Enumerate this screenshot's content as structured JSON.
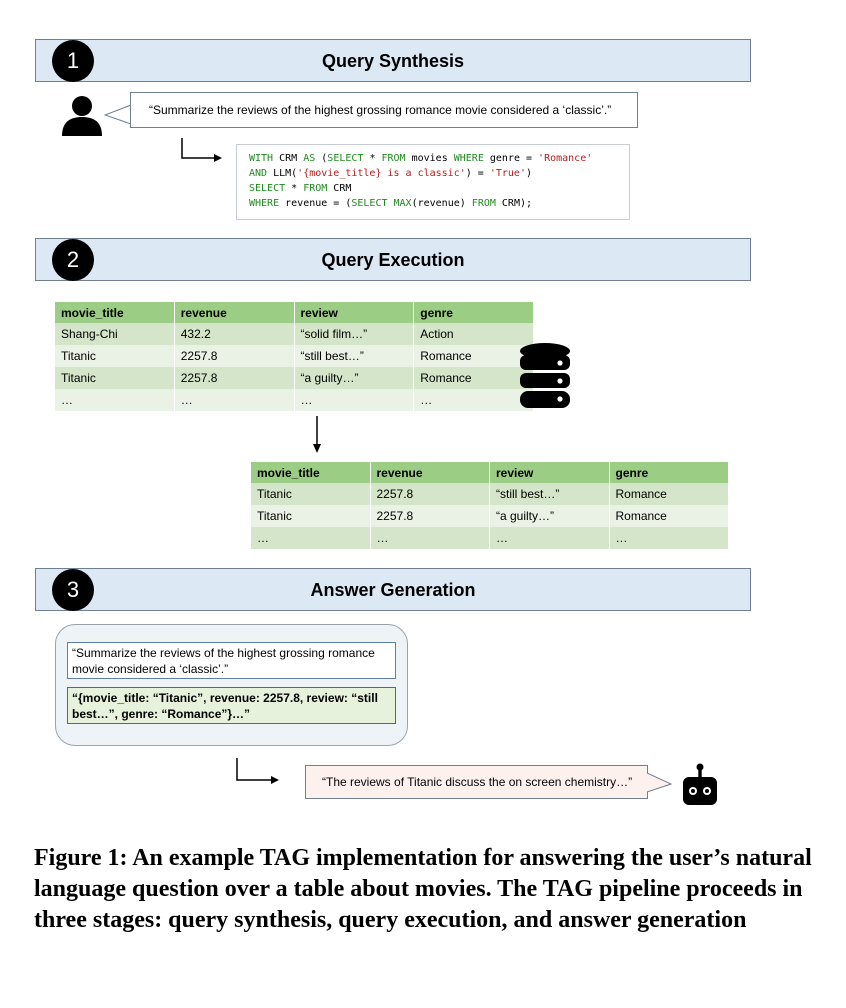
{
  "stages": [
    {
      "number": "1",
      "title": "Query Synthesis"
    },
    {
      "number": "2",
      "title": "Query Execution"
    },
    {
      "number": "3",
      "title": "Answer Generation"
    }
  ],
  "user_question": "“Summarize the reviews of the highest grossing romance movie considered a ‘classic’.”",
  "sql": {
    "line1_kw1": "WITH",
    "line1_t1": " CRM ",
    "line1_kw2": "AS",
    "line1_t2": " (",
    "line1_kw3": "SELECT",
    "line1_t3": " * ",
    "line1_kw4": "FROM",
    "line1_t4": " movies ",
    "line1_kw5": "WHERE",
    "line1_t5": " genre = ",
    "line1_str": "'Romance'",
    "line2_kw1": "AND",
    "line2_t1": " LLM(",
    "line2_str1": "'{movie_title} is a classic'",
    "line2_t2": ") = ",
    "line2_str2": "'True'",
    "line2_t3": ")",
    "line3_kw1": "SELECT",
    "line3_t1": " * ",
    "line3_kw2": "FROM",
    "line3_t2": " CRM",
    "line4_kw1": "WHERE",
    "line4_t1": " revenue = (",
    "line4_kw2": "SELECT",
    "line4_t2": " ",
    "line4_kw3": "MAX",
    "line4_t3": "(revenue) ",
    "line4_kw4": "FROM",
    "line4_t4": " CRM);"
  },
  "table_full": {
    "headers": [
      "movie_title",
      "revenue",
      "review",
      "genre"
    ],
    "rows": [
      [
        "Shang-Chi",
        "432.2",
        "“solid film…”",
        "Action"
      ],
      [
        "Titanic",
        "2257.8",
        "“still best…”",
        "Romance"
      ],
      [
        "Titanic",
        "2257.8",
        "“a guilty…”",
        "Romance"
      ],
      [
        "…",
        "…",
        "…",
        "…"
      ]
    ]
  },
  "table_filtered": {
    "headers": [
      "movie_title",
      "revenue",
      "review",
      "genre"
    ],
    "rows": [
      [
        "Titanic",
        "2257.8",
        "“still best…”",
        "Romance"
      ],
      [
        "Titanic",
        "2257.8",
        "“a guilty…”",
        "Romance"
      ],
      [
        "…",
        "…",
        "…",
        "…"
      ]
    ]
  },
  "answer_panel": {
    "question": "“Summarize the reviews of the highest grossing romance movie considered a ‘classic’.”",
    "data": "“{movie_title: “Titanic”, revenue: 2257.8, review: “still best…”, genre: “Romance”}…”"
  },
  "bot_answer": "“The reviews of Titanic discuss the on screen chemistry…”",
  "caption": "Figure 1: An example TAG implementation for answering the user’s natural language question over a table about movies. The TAG pipeline proceeds in three stages: query synthesis, query execution, and answer generation",
  "icons": {
    "user": "user-icon",
    "database": "database-icon",
    "robot": "robot-icon"
  },
  "colors": {
    "stage_fill": "#dce8f4",
    "table_header": "#9ccd84",
    "sql_keyword": "#1f8a1f",
    "sql_string": "#b41d1d"
  }
}
